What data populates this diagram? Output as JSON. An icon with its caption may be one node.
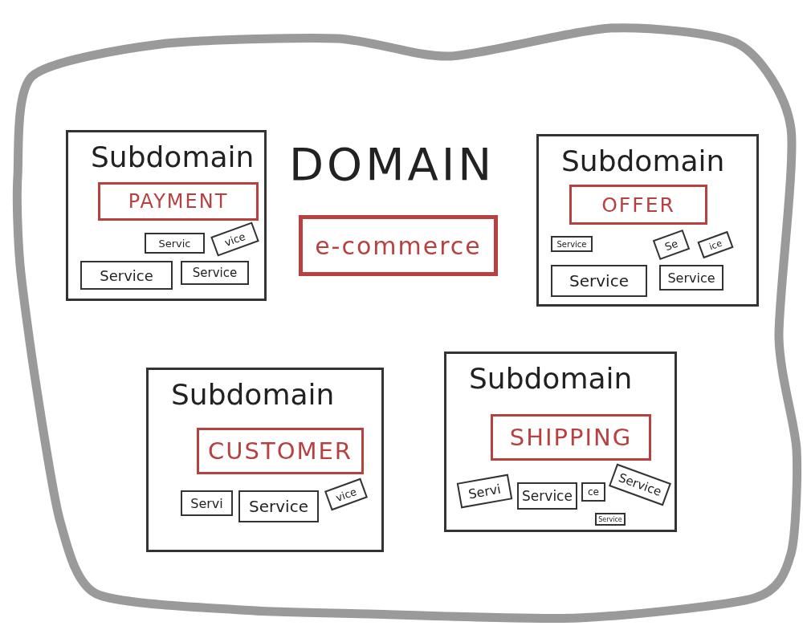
{
  "diagram": {
    "nodes": [
      {
        "text": [
          "DOMAIN"
        ]
      },
      {
        "text": [
          "e-commerce"
        ],
        "in": 0
      },
      {
        "text": [
          "Subdomain"
        ],
        "in": 0
      },
      {
        "text": [
          "PAYMENT"
        ],
        "in": 2
      },
      {
        "text": [
          "Servic"
        ],
        "in": 2
      },
      {
        "text": [
          "vice"
        ],
        "in": 2
      },
      {
        "text": [
          "Service"
        ],
        "in": 2
      },
      {
        "text": [
          "Service"
        ],
        "in": 2
      },
      {
        "text": [
          "Subdomain"
        ],
        "in": 0
      },
      {
        "text": [
          "OFFER"
        ],
        "in": 8
      },
      {
        "text": [
          "Service"
        ],
        "in": 8
      },
      {
        "text": [
          "Service"
        ],
        "in": 8
      },
      {
        "text": [
          "Se"
        ],
        "in": 8
      },
      {
        "text": [
          "ice"
        ],
        "in": 8
      },
      {
        "text": [
          "Service"
        ],
        "in": 8
      },
      {
        "text": [
          "Subdomain"
        ],
        "in": 0
      },
      {
        "text": [
          "CUSTOMER"
        ],
        "in": 15
      },
      {
        "text": [
          "Servi"
        ],
        "in": 15
      },
      {
        "text": [
          "Service"
        ],
        "in": 15
      },
      {
        "text": [
          "vice"
        ],
        "in": 15
      },
      {
        "text": [
          "Subdomain"
        ],
        "in": 0
      },
      {
        "text": [
          "SHIPPING"
        ],
        "in": 20
      },
      {
        "text": [
          "Servi"
        ],
        "in": 20
      },
      {
        "text": [
          "Service"
        ],
        "in": 20
      },
      {
        "text": [
          "ce"
        ],
        "in": 20
      },
      {
        "text": [
          "Service"
        ],
        "in": 20
      },
      {
        "text": [
          "Service"
        ],
        "in": 20
      }
    ]
  }
}
